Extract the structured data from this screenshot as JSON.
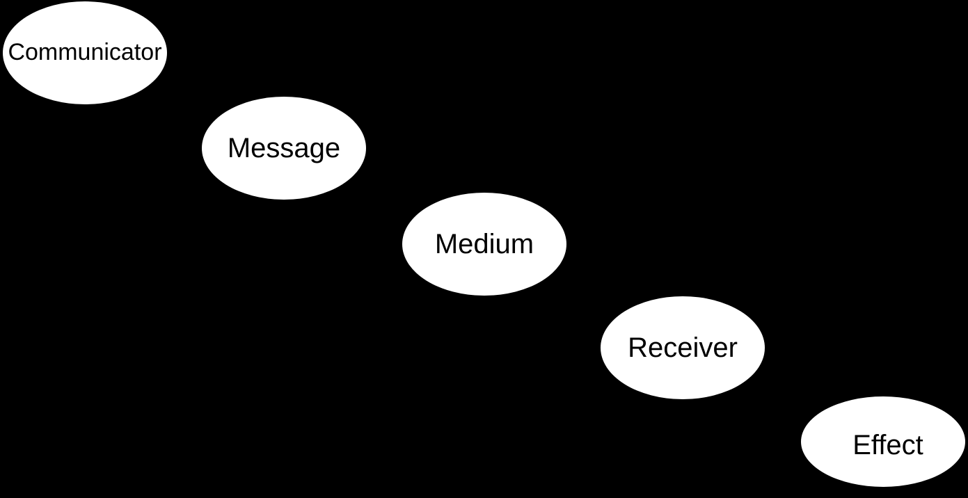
{
  "colors": {
    "background": "#000000",
    "node_fill": "#ffffff",
    "node_text": "#000000"
  },
  "diagram": {
    "nodes": [
      {
        "label": "Communicator"
      },
      {
        "label": "Message"
      },
      {
        "label": "Medium"
      },
      {
        "label": "Receiver"
      },
      {
        "label": "Effect"
      }
    ]
  }
}
